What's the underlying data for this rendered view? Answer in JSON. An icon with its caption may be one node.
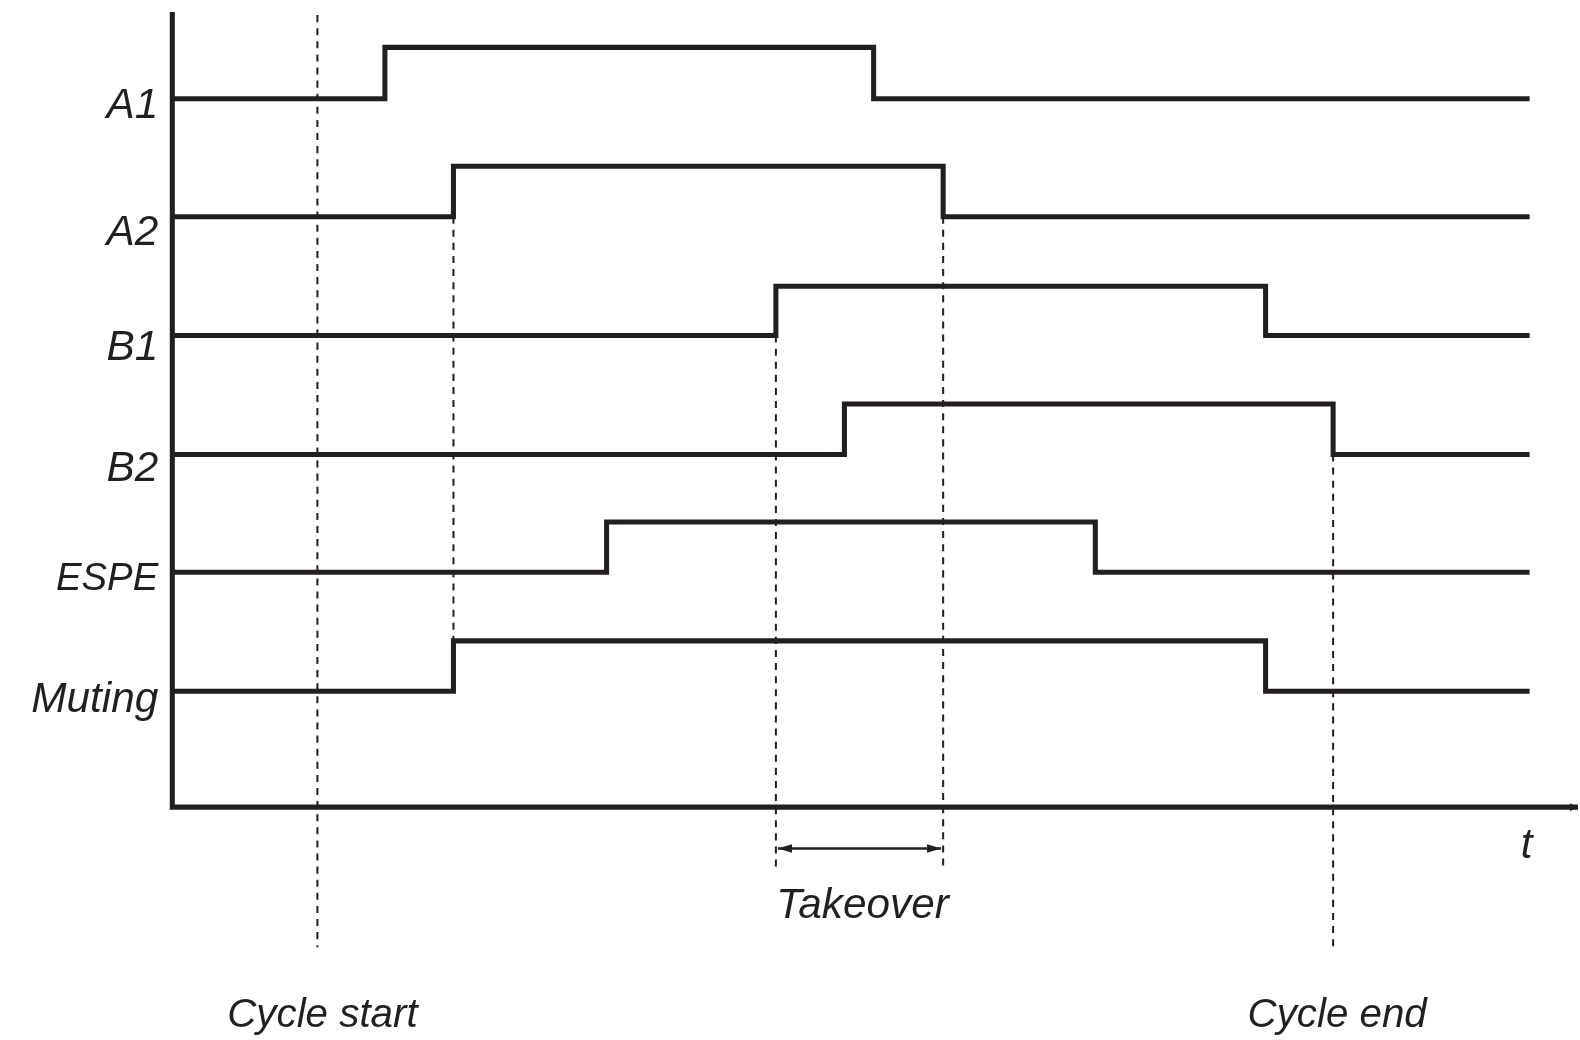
{
  "diagram": {
    "labels": [
      "A1",
      "A2",
      "B1",
      "B2",
      "ESPE",
      "Muting",
      "t",
      "Takeover",
      "Cycle start",
      "Cycle end"
    ]
  }
}
